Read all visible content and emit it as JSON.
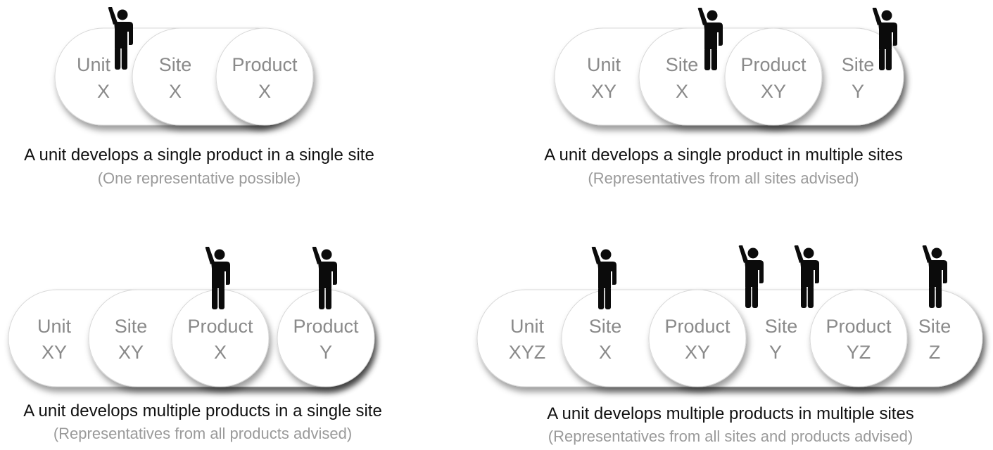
{
  "colors": {
    "shape_fill": "#ffffff",
    "shape_stroke": "#d8d8d8",
    "label": "#8a8a8a",
    "caption": "#111111",
    "subcaption": "#9a9a9a",
    "person": "#0b0b0b"
  },
  "icons": [
    "person-raising-hand-icon"
  ],
  "panels": [
    {
      "caption": "A unit develops a single product in a single site",
      "subcaption": "(One representative possible)",
      "labels": [
        {
          "line1": "Unit",
          "line2": "X"
        },
        {
          "line1": "Site",
          "line2": "X"
        },
        {
          "line1": "Product",
          "line2": "X"
        }
      ]
    },
    {
      "caption": "A unit develops a single product in multiple sites",
      "subcaption": "(Representatives from all sites advised)",
      "labels": [
        {
          "line1": "Unit",
          "line2": "XY"
        },
        {
          "line1": "Site",
          "line2": "X"
        },
        {
          "line1": "Product",
          "line2": "XY"
        },
        {
          "line1": "Site",
          "line2": "Y"
        }
      ]
    },
    {
      "caption": "A unit develops multiple products in a single site",
      "subcaption": "(Representatives from all products advised)",
      "labels": [
        {
          "line1": "Unit",
          "line2": "XY"
        },
        {
          "line1": "Site",
          "line2": "XY"
        },
        {
          "line1": "Product",
          "line2": "X"
        },
        {
          "line1": "Product",
          "line2": "Y"
        }
      ]
    },
    {
      "caption": "A unit develops multiple products in multiple sites",
      "subcaption": "(Representatives from all sites and products advised)",
      "labels": [
        {
          "line1": "Unit",
          "line2": "XYZ"
        },
        {
          "line1": "Site",
          "line2": "X"
        },
        {
          "line1": "Product",
          "line2": "XY"
        },
        {
          "line1": "Site",
          "line2": "Y"
        },
        {
          "line1": "Product",
          "line2": "YZ"
        },
        {
          "line1": "Site",
          "line2": "Z"
        }
      ]
    }
  ]
}
